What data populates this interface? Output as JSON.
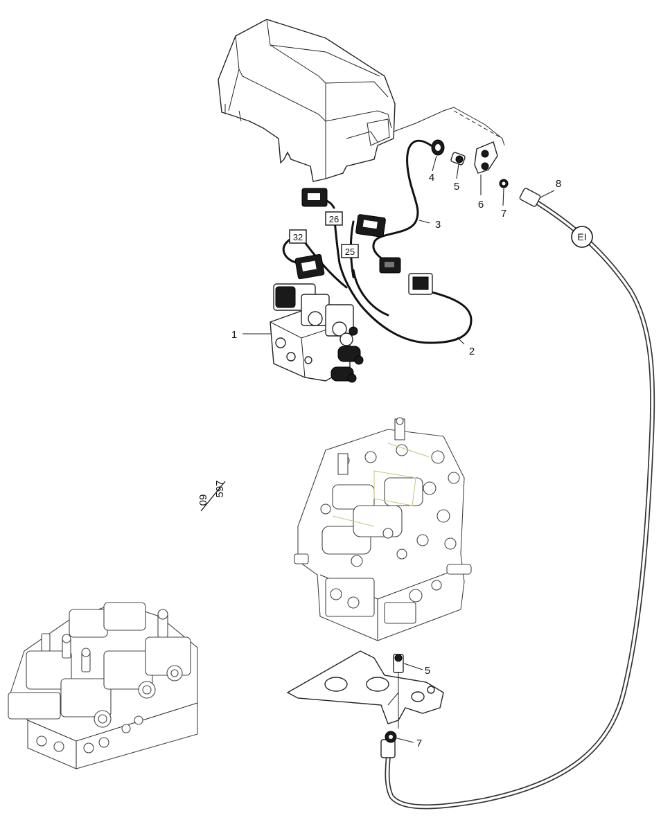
{
  "callouts": {
    "c1": "1",
    "c2": "2",
    "c3": "3",
    "c4": "4",
    "c5_top": "5",
    "c6": "6",
    "c7_top": "7",
    "c8": "8",
    "c5_bottom": "5",
    "c7_bottom": "7"
  },
  "connector_boxes": {
    "b32": "32",
    "b26": "26",
    "b25": "25"
  },
  "hose_marker": "EI",
  "page_reference": {
    "top": "09",
    "bottom": "597"
  }
}
